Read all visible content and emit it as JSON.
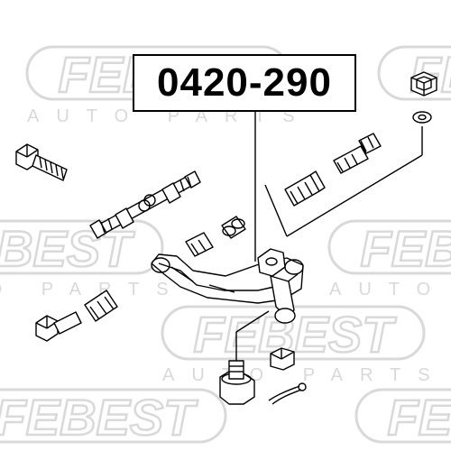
{
  "part_number": "0420-290",
  "watermark": {
    "brand": "FEBEST",
    "tagline": "AUTO PARTS"
  },
  "colors": {
    "ink": "#000000",
    "watermark": "#d9d9d9",
    "background": "#ffffff"
  }
}
